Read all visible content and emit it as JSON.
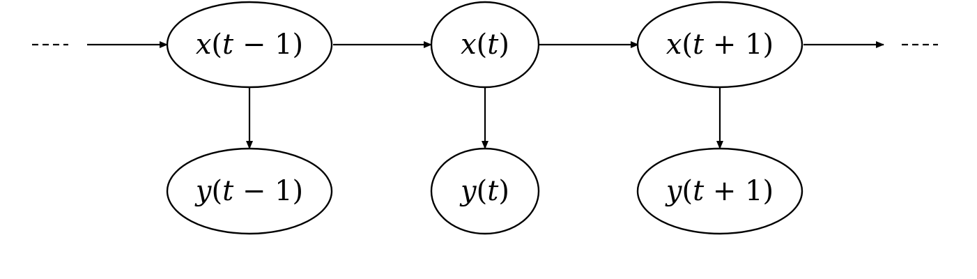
{
  "diagram": {
    "type": "hidden-markov-chain",
    "line_color": "#000000",
    "background": "#ffffff",
    "continuation_left": "----",
    "continuation_right": "----",
    "nodes": [
      {
        "id": "x-prev",
        "var": "x",
        "arg": "t",
        "op": " − ",
        "num": "1",
        "label": "x(t − 1)"
      },
      {
        "id": "x-curr",
        "var": "x",
        "arg": "t",
        "op": "",
        "num": "",
        "label": "x(t)"
      },
      {
        "id": "x-next",
        "var": "x",
        "arg": "t",
        "op": " + ",
        "num": "1",
        "label": "x(t + 1)"
      },
      {
        "id": "y-prev",
        "var": "y",
        "arg": "t",
        "op": " − ",
        "num": "1",
        "label": "y(t − 1)"
      },
      {
        "id": "y-curr",
        "var": "y",
        "arg": "t",
        "op": "",
        "num": "",
        "label": "y(t)"
      },
      {
        "id": "y-next",
        "var": "y",
        "arg": "t",
        "op": " + ",
        "num": "1",
        "label": "y(t + 1)"
      }
    ],
    "edges": [
      {
        "from": "continuation-left",
        "to": "x-prev"
      },
      {
        "from": "x-prev",
        "to": "x-curr"
      },
      {
        "from": "x-curr",
        "to": "x-next"
      },
      {
        "from": "x-next",
        "to": "continuation-right"
      },
      {
        "from": "x-prev",
        "to": "y-prev"
      },
      {
        "from": "x-curr",
        "to": "y-curr"
      },
      {
        "from": "x-next",
        "to": "y-next"
      }
    ]
  }
}
